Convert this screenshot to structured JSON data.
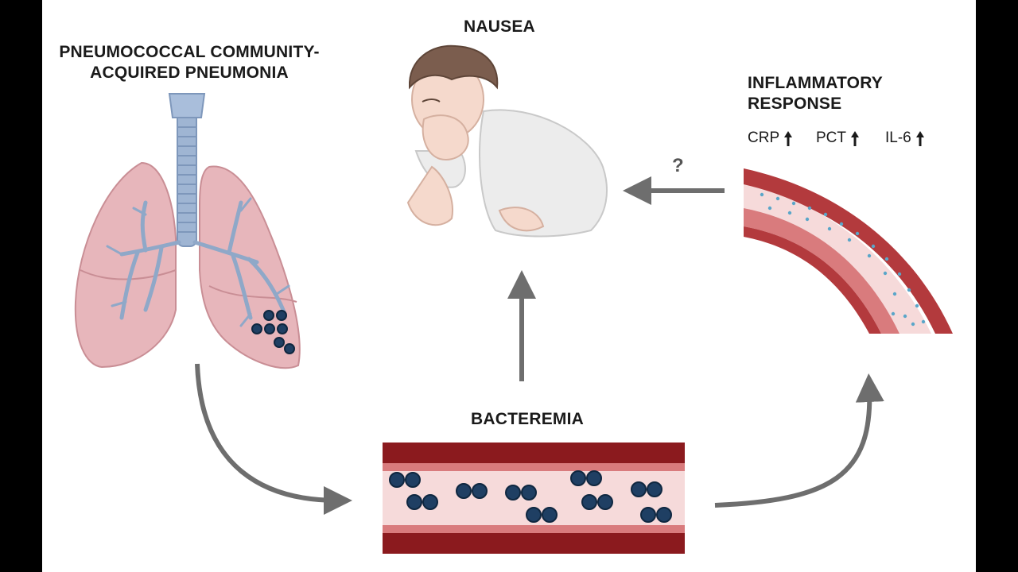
{
  "title_pneumonia": "PNEUMOCOCCAL COMMUNITY-\nACQUIRED PNEUMONIA",
  "title_nausea": "NAUSEA",
  "title_inflammatory": "INFLAMMATORY\nRESPONSE",
  "title_bacteremia": "BACTEREMIA",
  "markers": [
    {
      "name": "CRP",
      "trend": "up"
    },
    {
      "name": "PCT",
      "trend": "up"
    },
    {
      "name": "IL-6",
      "trend": "up"
    }
  ],
  "question_mark": "?",
  "colors": {
    "background": "#ffffff",
    "letterbox": "#000000",
    "arrow": "#6e6e6e",
    "vessel_wall": "#8b1a1e",
    "vessel_lumen": "#f6dada",
    "bacteria": "#1f3f63",
    "lung": "#e7b6bb",
    "bronchi": "#8fa8c8"
  },
  "icons": [
    "lungs-icon",
    "nauseous-person-icon",
    "blood-vessel-icon",
    "bacteria-icon",
    "up-arrow-icon"
  ]
}
